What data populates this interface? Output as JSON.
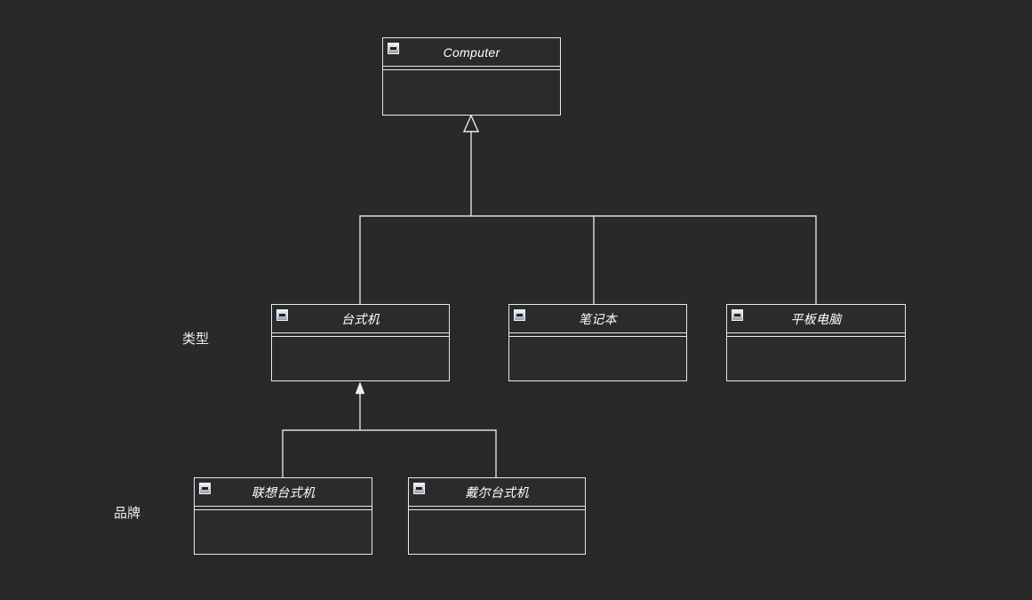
{
  "app": {
    "background_color": "#292929",
    "node_fill_color": "#2b2b2b",
    "border_color": "#e9e9e9",
    "edge_color": "#dedede",
    "text_color": "#ffffff"
  },
  "diagram": {
    "type": "uml-class-diagram",
    "nodes": [
      {
        "id": "computer",
        "title": "Computer"
      },
      {
        "id": "desktop",
        "title": "台式机"
      },
      {
        "id": "laptop",
        "title": "笔记本"
      },
      {
        "id": "tablet",
        "title": "平板电脑"
      },
      {
        "id": "lenovo",
        "title": "联想台式机"
      },
      {
        "id": "dell",
        "title": "戴尔台式机"
      }
    ],
    "edges": [
      {
        "type": "generalization",
        "from": "台式机",
        "to": "Computer"
      },
      {
        "type": "generalization",
        "from": "笔记本",
        "to": "Computer"
      },
      {
        "type": "generalization",
        "from": "平板电脑",
        "to": "Computer"
      },
      {
        "type": "generalization",
        "from": "联想台式机",
        "to": "台式机"
      },
      {
        "type": "generalization",
        "from": "戴尔台式机",
        "to": "台式机"
      }
    ],
    "labels": [
      {
        "id": "type-label",
        "text": "类型"
      },
      {
        "id": "brand-label",
        "text": "品牌"
      }
    ],
    "icons": {
      "collapse": "minus"
    }
  }
}
